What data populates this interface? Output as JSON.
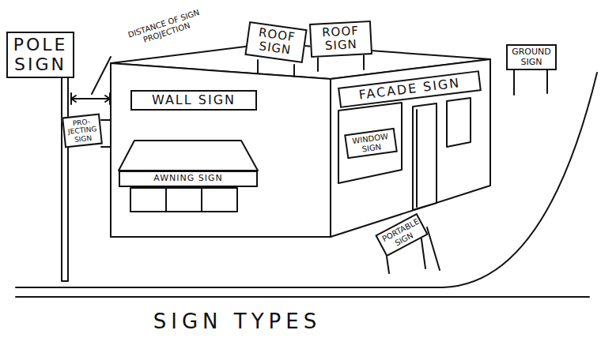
{
  "diagram": {
    "title": "SIGN TYPES",
    "nodes": [
      {
        "text": [
          "POLE SIGN"
        ]
      },
      {
        "text": [
          "ROOF SIGN"
        ]
      },
      {
        "text": [
          "ROOF SIGN"
        ]
      },
      {
        "text": [
          "FACADE SIGN"
        ]
      },
      {
        "text": [
          "GROUND SIGN"
        ]
      },
      {
        "text": [
          "PRO- JECTING SIGN"
        ]
      },
      {
        "text": [
          "WALL SIGN"
        ]
      },
      {
        "text": [
          "WINDOW SIGN"
        ]
      },
      {
        "text": [
          "AWNING SIGN"
        ]
      },
      {
        "text": [
          "PORTABLE SIGN"
        ]
      }
    ],
    "labels": [
      "DISTANCE OF SIGN PROJECTION"
    ]
  }
}
